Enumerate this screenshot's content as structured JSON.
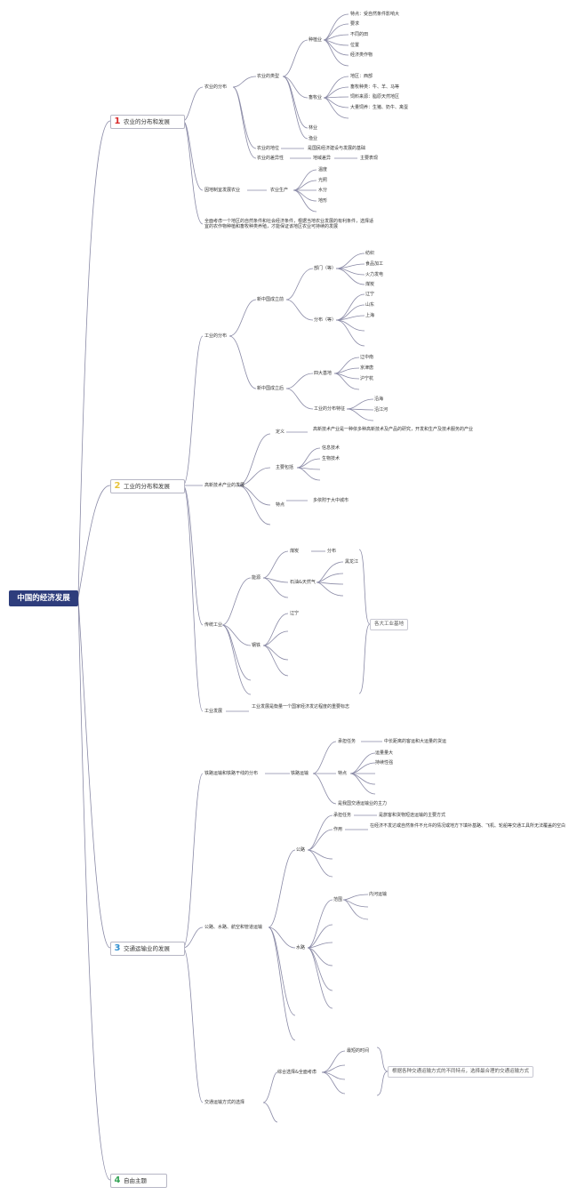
{
  "root": "中国的经济发展",
  "topics": [
    {
      "num": "1",
      "color": "#d92a2a",
      "label": "农业的分布和发展"
    },
    {
      "num": "2",
      "color": "#e8c33a",
      "label": "工业的分布和发展"
    },
    {
      "num": "3",
      "color": "#2f8fd0",
      "label": "交通运输业的发展"
    },
    {
      "num": "4",
      "color": "#3aa55a",
      "label": "自由主题"
    }
  ],
  "agri": {
    "distribution": "农业的分布",
    "types": "农业的类型",
    "farming": "种植业",
    "farming_items": [
      "特点：受自然条件影响大",
      "要求",
      "不同的田",
      "位置",
      "经济类作物"
    ],
    "livestock": "畜牧业",
    "livestock_items": [
      "地区：西部",
      "畜牧种类：牛、羊、马等",
      "饲料来源：脂原天然地区",
      "大量饲养：生猪、奶牛、禽蛋"
    ],
    "forestry": "林业",
    "fishery": "渔业",
    "status": "农业的地位",
    "status_desc": "是国民经济建设与发展的基础",
    "diff": "农业的差异性",
    "diff_region": "地域差异",
    "diff_main": "主要表现",
    "local": "因地制宜发展农业",
    "production": "农业生产",
    "factors": [
      "温度",
      "光照",
      "水分",
      "地形"
    ],
    "summary": "全面考虑一个地区的自然条件和社会经济条件，根据当地农业发展的有利条件，选择适宜的农作物种植和畜牧种类养殖，才能保证该地区农业可持续的发展"
  },
  "industry": {
    "distribution": "工业的分布",
    "before": "新中国成立前",
    "sector": "部门（等）",
    "sector_items": [
      "纺织",
      "食品加工",
      "火力发电",
      "煤炭"
    ],
    "dist": "分布（等）",
    "dist_items": [
      "辽宁",
      "山东",
      "上海"
    ],
    "after": "新中国成立后",
    "bases": "四大基地",
    "bases_items": [
      "辽中南",
      "京津唐",
      "沪宁杭"
    ],
    "feature": "工业的分布特征",
    "feature_items": [
      "沿海",
      "沿江河"
    ],
    "hightech": "高新技术产业的发展",
    "def": "定义",
    "def_desc": "高新技术产业是一种依多种高新技术及产品的研究，开发和生产及技术服务的产业",
    "include": "主要包括",
    "include_items": [
      "信息技术",
      "生物技术"
    ],
    "trait": "特点",
    "trait_desc": "多依附于大中城市",
    "traditional": "传统工业",
    "energy": "能源",
    "coal": "煤炭",
    "coal_dist": "分布",
    "oil": "石油&天然气",
    "oil_place": "黑龙江",
    "steel": "钢铁",
    "steel_place": "辽宁",
    "bases_callout": "各大工业基地",
    "develop": "工业发展",
    "develop_desc": "工业发展是衡量一个国家经济发达程度的重要标志"
  },
  "transport": {
    "rail": "铁路运输和铁路干线的分布",
    "rail_transport": "铁路运输",
    "task": "承担任务",
    "task_desc": "中长距离的客运和大运量的货运",
    "feature": "特点",
    "feature_items": [
      "运量量大",
      "持续性强"
    ],
    "main_force": "是我国交通运输业的主力",
    "others": "公路、水路、航空和管道运输",
    "road": "公路",
    "road_task": "承担任务",
    "road_task_desc": "是旅客和货物短途运输的主要方式",
    "road_role": "作用",
    "road_role_desc": "在经济不发达或自然条件不允许的情况或地方下填补基路、飞机、轮船等交通工具所无法覆盖的空白",
    "water": "水路",
    "scope": "范围",
    "inland": "内河运输",
    "choice": "交通运输方式的选择",
    "choice_mode": "综合选择&全面考虑",
    "shortest": "最短的时间",
    "choice_callout": "根据各种交通运输方式的不同特点，选择最合理的交通运输方式"
  }
}
